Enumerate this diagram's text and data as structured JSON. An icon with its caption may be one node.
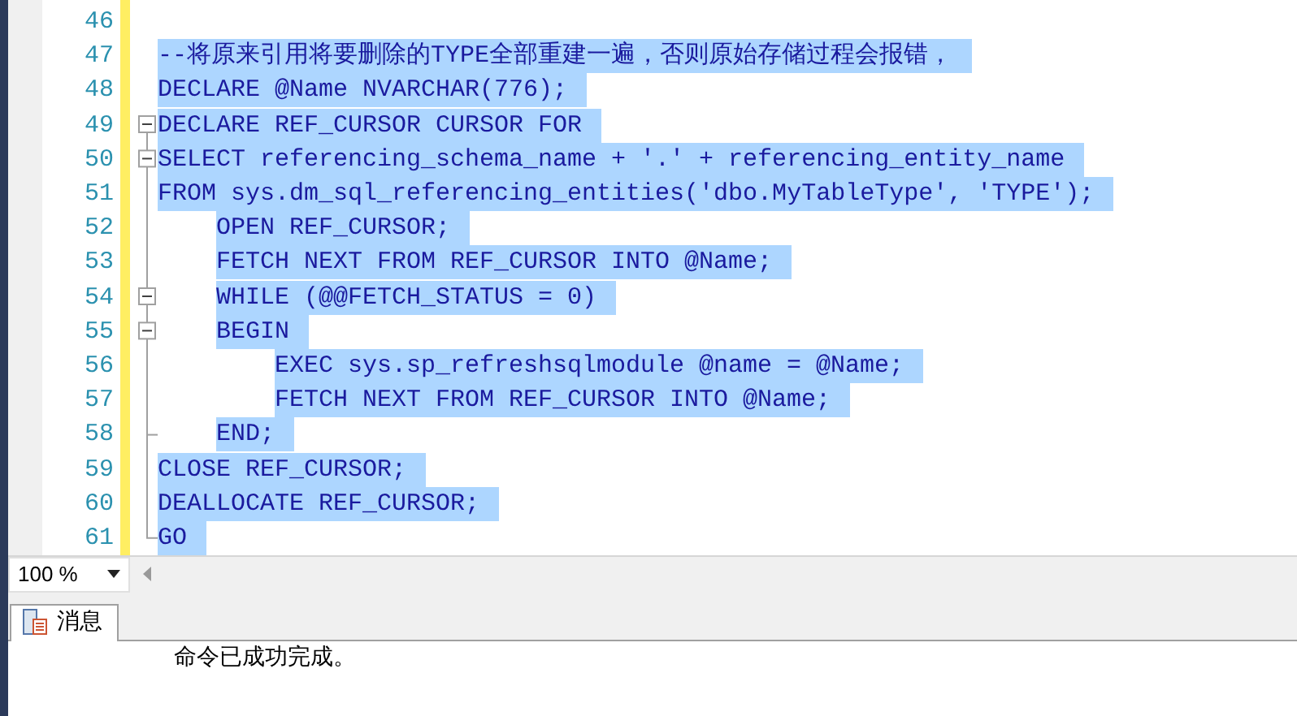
{
  "diagram": {
    "labels": [
      "46",
      "47",
      "--将原来引用将要删除的TYPE全部重建一遍，否则原始存储过程会报错，",
      "48",
      "DECLARE @Name NVARCHAR(776);",
      "49",
      "DECLARE REF_CURSOR CURSOR FOR",
      "50",
      "SELECT referencing_schema_name + '.' + referencing_entity_name",
      "51",
      "FROM sys.dm_sql_referencing_entities('dbo.MyTableType', 'TYPE');",
      "52",
      "OPEN REF_CURSOR;",
      "53",
      "FETCH NEXT FROM REF_CURSOR INTO @Name;",
      "54",
      "WHILE (@@FETCH_STATUS = 0)",
      "55",
      "BEGIN",
      "56",
      "EXEC sys.sp_refreshsqlmodule @name = @Name;",
      "57",
      "FETCH NEXT FROM REF_CURSOR INTO @Name;",
      "58",
      "END;",
      "59",
      "CLOSE REF_CURSOR;",
      "60",
      "DEALLOCATE REF_CURSOR;",
      "61",
      "GO",
      "100 %",
      "消息",
      "命令已成功完成。"
    ]
  }
}
